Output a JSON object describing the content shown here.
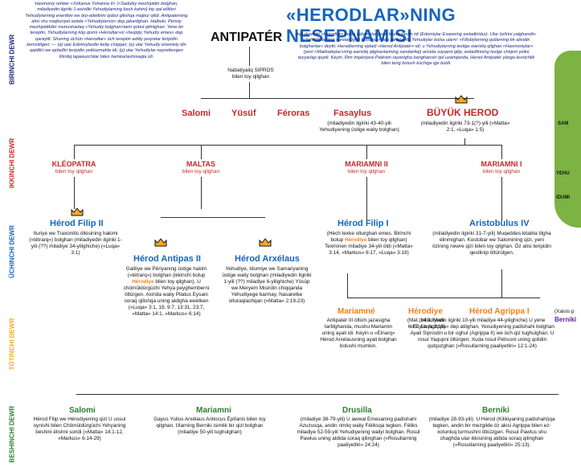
{
  "bands": [
    "BIRINCHI DEWR",
    "IKKINCHI DEWR",
    "ÜCHINCHI DEWR",
    "TÖTINCHI DEWR",
    "BESHINCHI DEWR"
  ],
  "title": "«HERODLAR»NING NESEPNAMISI",
  "intro_left": "Hasmoniy rehber «Xirkanus Yohanna II» («Sadukiy mezhipidin bolghan, miladiyedin ilgiriki 1-esirdiki Yehudiylarning bash kahini) kip qal elikleri Yehudiylarning enerikini we örp-adetlirini qobul qilishqa majbur qildi. Antipaterning atisi shu mejburiyet astida «Yehudiylarniz» dep jakarilghan. Halbuki, Perisiy mezhipidikiler munushadaq «Yehudiy bolghan»lami qobul qilmighan. Yene bir tereptin, Yehudiylarning köp qismi «Herodlar»ni «heqiqiy Yehudiy emes» dep qarayttl. Shuning üchün «Herodlar» üch tereptin addiy puqralar terlpidin kemsitilgen: — (a) ular Edomiylardin kelip chiqqan; (e) ular Yehudiy eneniwiy din qaidiliri we ejdadliri teripidin yetküzmekte idi; (p) ular Yehudiylar nepretlengen Rimliq tajawuzchilar bilen hemkarlashmaqta idi.",
  "intro_right": "Injil dewride «Herodlar» bolsa Edomiylar (yaki Idumiylardin idi (Edomiylar Esawning ewladliridur). Ular özlirini yalghandin: «Yehudiylarning xandanlighe tewemiz» dep jakarlaytti. Yehudiylar bolsa ularni: «Filistiylarning qullarning bir alisidin bolghanlar» deytti. Herodlarning ejdadi «Herod Antipatér» idi; u Yehudiylarning texlige warisliq qilghan «Hasmoniylar» (yeni «Makkabiylar»ning warisliq qilghanlarining xandanliqi) arisida süyqest qilip, ewladlirining texige chiqish yolini teyyarlap qoydi. Kéyin, Rim impériyesi Paléstin rayonigha banghansiri qol uzartqanda, Herod Antipatér ylarga texsichlik bilen teng bolush küchige ige boldi.",
  "antipater": "ANTIPATÉR",
  "nabataean_label": "Nabatiyaliq SIPROS",
  "nabataean_sub": "bilen toy qilghan",
  "gen1": {
    "salomi": "Salomi",
    "yusuf": "Yüsüf",
    "feroras": "Féroras",
    "fasaylus": "Fasaylus",
    "fasaylus_note": "(miladiyedin ilgiriki 43-40-yili Yehudiyening üstige waliy bolghan)",
    "buyuk": "BÜYÜK HEROD",
    "buyuk_note": "(miladiyedin ilgiriki 73-1(?)-yili («Matta» 2:1, «Luqa» 1:5)"
  },
  "wives": [
    {
      "name": "KLÉOPATRA",
      "sub": "bilen toy qilghan"
    },
    {
      "name": "MALTAS",
      "sub": "bilen toy qilghan"
    },
    {
      "name": "MARIAMNI II",
      "sub": "bilen toy qilghan"
    },
    {
      "name": "MARIAMNI I",
      "sub": "bilen toy qilghan"
    }
  ],
  "gen3": {
    "filip2": "Hérod Filip II",
    "filip2_note": "Ituriye we Traxonitis ölkisining hakimi («tétrarq») bolghan (miladiyedin ilgiriki 1-yili (??) miladiye 34-yilighiche) («Luqa» 3:1)",
    "antipas": "Hérod Antipas II",
    "antipas_note_a": "Galiliye we Périyaning üstige hakim («tétrarq») bolghan (ikkinchi bolup ",
    "antipas_herodiye": "Hérodiye",
    "antipas_note_b": " bilen toy qilghan). U chömüldürgüchi Yehya peyghemberni öltürgen. Axirida waliy Pilatus Eysani soraq qilishqa uning aldigha ewetken («Luqa» 3:1, 19, 9:7, 13:31, 23:7, «Matta» 14:1, «Markus» 6:14)",
    "arxelaus": "Hérod Arxélaus",
    "arxelaus_note": "Yehudiye, Idumiye we Samariyaning üstige waliy bolghan (miladiyedin ilgiriki 1-yili (??) miladiye 6-yilighiche) Yüsüp we Meryem Misirdin chiqqanda Yehudiyege barmay, Nasaretke olturaqlashqan («Matta» 2:19-23)",
    "filip1": "Hérod Filip I",
    "filip1_note_a": "(Héch texke olturghan emes. Birinchi bolup ",
    "filip1_herodiye": "Hérodiye",
    "filip1_note_b": " bilen toy qilghan) Texminen miladiye 34-yili öldi («Matta» 3:14, «Markus» 6:17, «Luqa» 3:19)",
    "aristobulus": "Aristobulus IV",
    "aristobulus_note": "(miladiyedin ilgiriki 31-7-yili) Muqeddes kitabta tilgha élinmighan. Kostobar we Salomining qizi, yeni özining newre qizi bilen toy qilghan. Öz atisi teripidin qestlinip öltürülgen."
  },
  "gen4": {
    "mariamne": "Mariamné",
    "mariamne_note": "Antipatér III öltüm jazasigha tartilghanda, mushu Mariamin uning ayali idi. Kéyin u «Elnarq» Hérod Arxélausning ayali bolghan bolushi mumkin.",
    "herodiye": "Hérodiye",
    "herodiye_note": "(Mat. 14:3, Mark. 6:17, Luqa.3:19)",
    "agrippa": "Hérod Agrippa I",
    "agrippa_note": "(miladiyedin ilgiriki 10-yili miladiye 44-yilighiche) U yene «Büyük Agrippa» dep atilghan, Yexudiyening padishahi bolghan Ayali Siprostin u bir oghul (Agrippa II) we üch qiz tughulghan. U rosul Yaqupni öltürgen; Xuda rosul Pétrusni uning qolidin qutquzghan («Rosullarning paaliyetliri» 12:1-24)",
    "xaisis": "(Xaisis p",
    "berniki_cut": "Berniki"
  },
  "gen5": {
    "salomi": "Salomi",
    "salomi_note": "Hérod Filip we Hérodiyening qizi U ussul oynishi bilen Chömüldürgüchi Yehyaning béshini élishni soridi («Matta» 14:1-12, «Markus» 6:14-29)",
    "mariamni": "Mariamni",
    "mariamni_note": "Gayus Yulius Arxélaus Antiocus Épifanis bilen toy qilghan. Ularning Berniki isimlik bir qizi bolghan (miladiye 50-yili tughulghan)",
    "drusilla": "Drusilla",
    "drusilla_note": "(miladiye 38-79-yili) U awwal Emesaning padishahi Azuzusqa, andin rimliq waliy Féliksqa tegken. Féliks miladiye 52-59-yili Yehudiyening waliyi bolghan. Rosul Pawlus uning aldida soraq qilinghan («Rosullarning paaliyetliri» 24:24)",
    "berniki": "Berniki",
    "berniki_note": "(miladiye 28-93-yili). U Hérod (Kilikiyaning padishahi)qa tegken, andin bir mezgilde öz akisi Agrippa bilen ez-xotunluq turmushni ötküzgen. Rosul Pawlus shu chaghda ular ikkisining aldida soraq qilinghan («Rosullarning paaliyetliri» 25:13)."
  },
  "map_labels": [
    "SAM",
    "YEHU",
    "IDUMI"
  ],
  "colors": {
    "red": "#c62828",
    "blue": "#1565c0",
    "orange": "#f57f17",
    "gold": "#f9a825"
  }
}
